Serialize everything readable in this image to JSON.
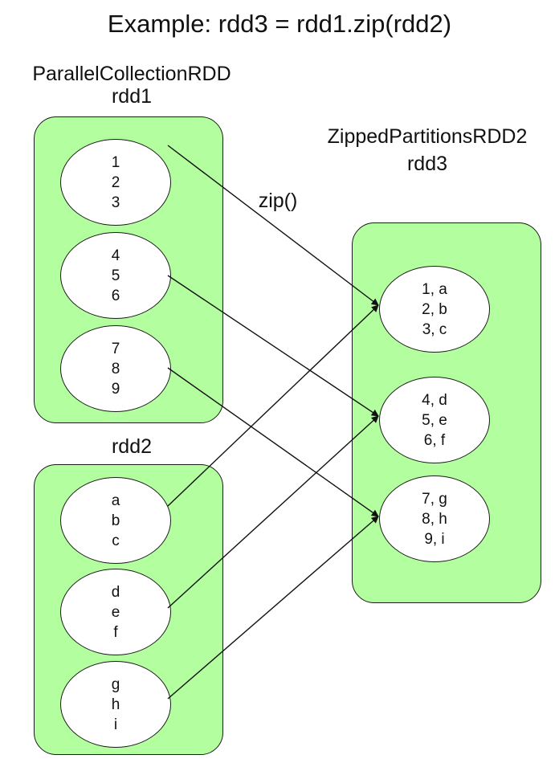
{
  "title": "Example: rdd3 = rdd1.zip(rdd2)",
  "operation": "zip()",
  "colors": {
    "partition_fill": "#b3ff9f",
    "element_fill": "#ffffff",
    "stroke": "#1a1a1a"
  },
  "rdd1": {
    "type_label": "ParallelCollectionRDD",
    "name": "rdd1",
    "partitions": [
      [
        "1",
        "2",
        "3"
      ],
      [
        "4",
        "5",
        "6"
      ],
      [
        "7",
        "8",
        "9"
      ]
    ]
  },
  "rdd2": {
    "name": "rdd2",
    "partitions": [
      [
        "a",
        "b",
        "c"
      ],
      [
        "d",
        "e",
        "f"
      ],
      [
        "g",
        "h",
        "i"
      ]
    ]
  },
  "rdd3": {
    "type_label": "ZippedPartitionsRDD2",
    "name": "rdd3",
    "partitions": [
      [
        "1, a",
        "2, b",
        "3, c"
      ],
      [
        "4, d",
        "5, e",
        "6, f"
      ],
      [
        "7, g",
        "8, h",
        "9, i"
      ]
    ]
  },
  "edges": [
    {
      "from": "rdd1.0",
      "to": "rdd3.0"
    },
    {
      "from": "rdd1.1",
      "to": "rdd3.1"
    },
    {
      "from": "rdd1.2",
      "to": "rdd3.2"
    },
    {
      "from": "rdd2.0",
      "to": "rdd3.0"
    },
    {
      "from": "rdd2.1",
      "to": "rdd3.1"
    },
    {
      "from": "rdd2.2",
      "to": "rdd3.2"
    }
  ]
}
